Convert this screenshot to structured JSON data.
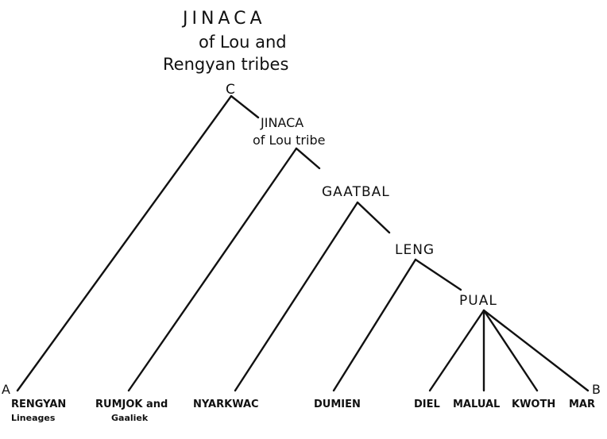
{
  "top_node": {
    "letter": "C",
    "title_line1": "JINACA",
    "title_line2": "of Lou and",
    "title_line3": "Rengyan tribes"
  },
  "nodes": {
    "jinaca_lou": {
      "line1": "JINACA",
      "line2": "of Lou tribe"
    },
    "gaatbal": "GAATBAL",
    "leng": "LENG",
    "pual": "PUAL"
  },
  "corners": {
    "a": "A",
    "b": "B"
  },
  "leaves": {
    "rengyan": "RENGYAN",
    "rengyan_sub": "Lineages",
    "rumjok": "RUMJOK and",
    "rumjok_sub": "Gaaliek",
    "nyarkwac": "NYARKWAC",
    "dumien": "DUMIEN",
    "diel": "DIEL",
    "malual": "MALUAL",
    "kwoth": "KWOTH",
    "mar": "MAR"
  }
}
